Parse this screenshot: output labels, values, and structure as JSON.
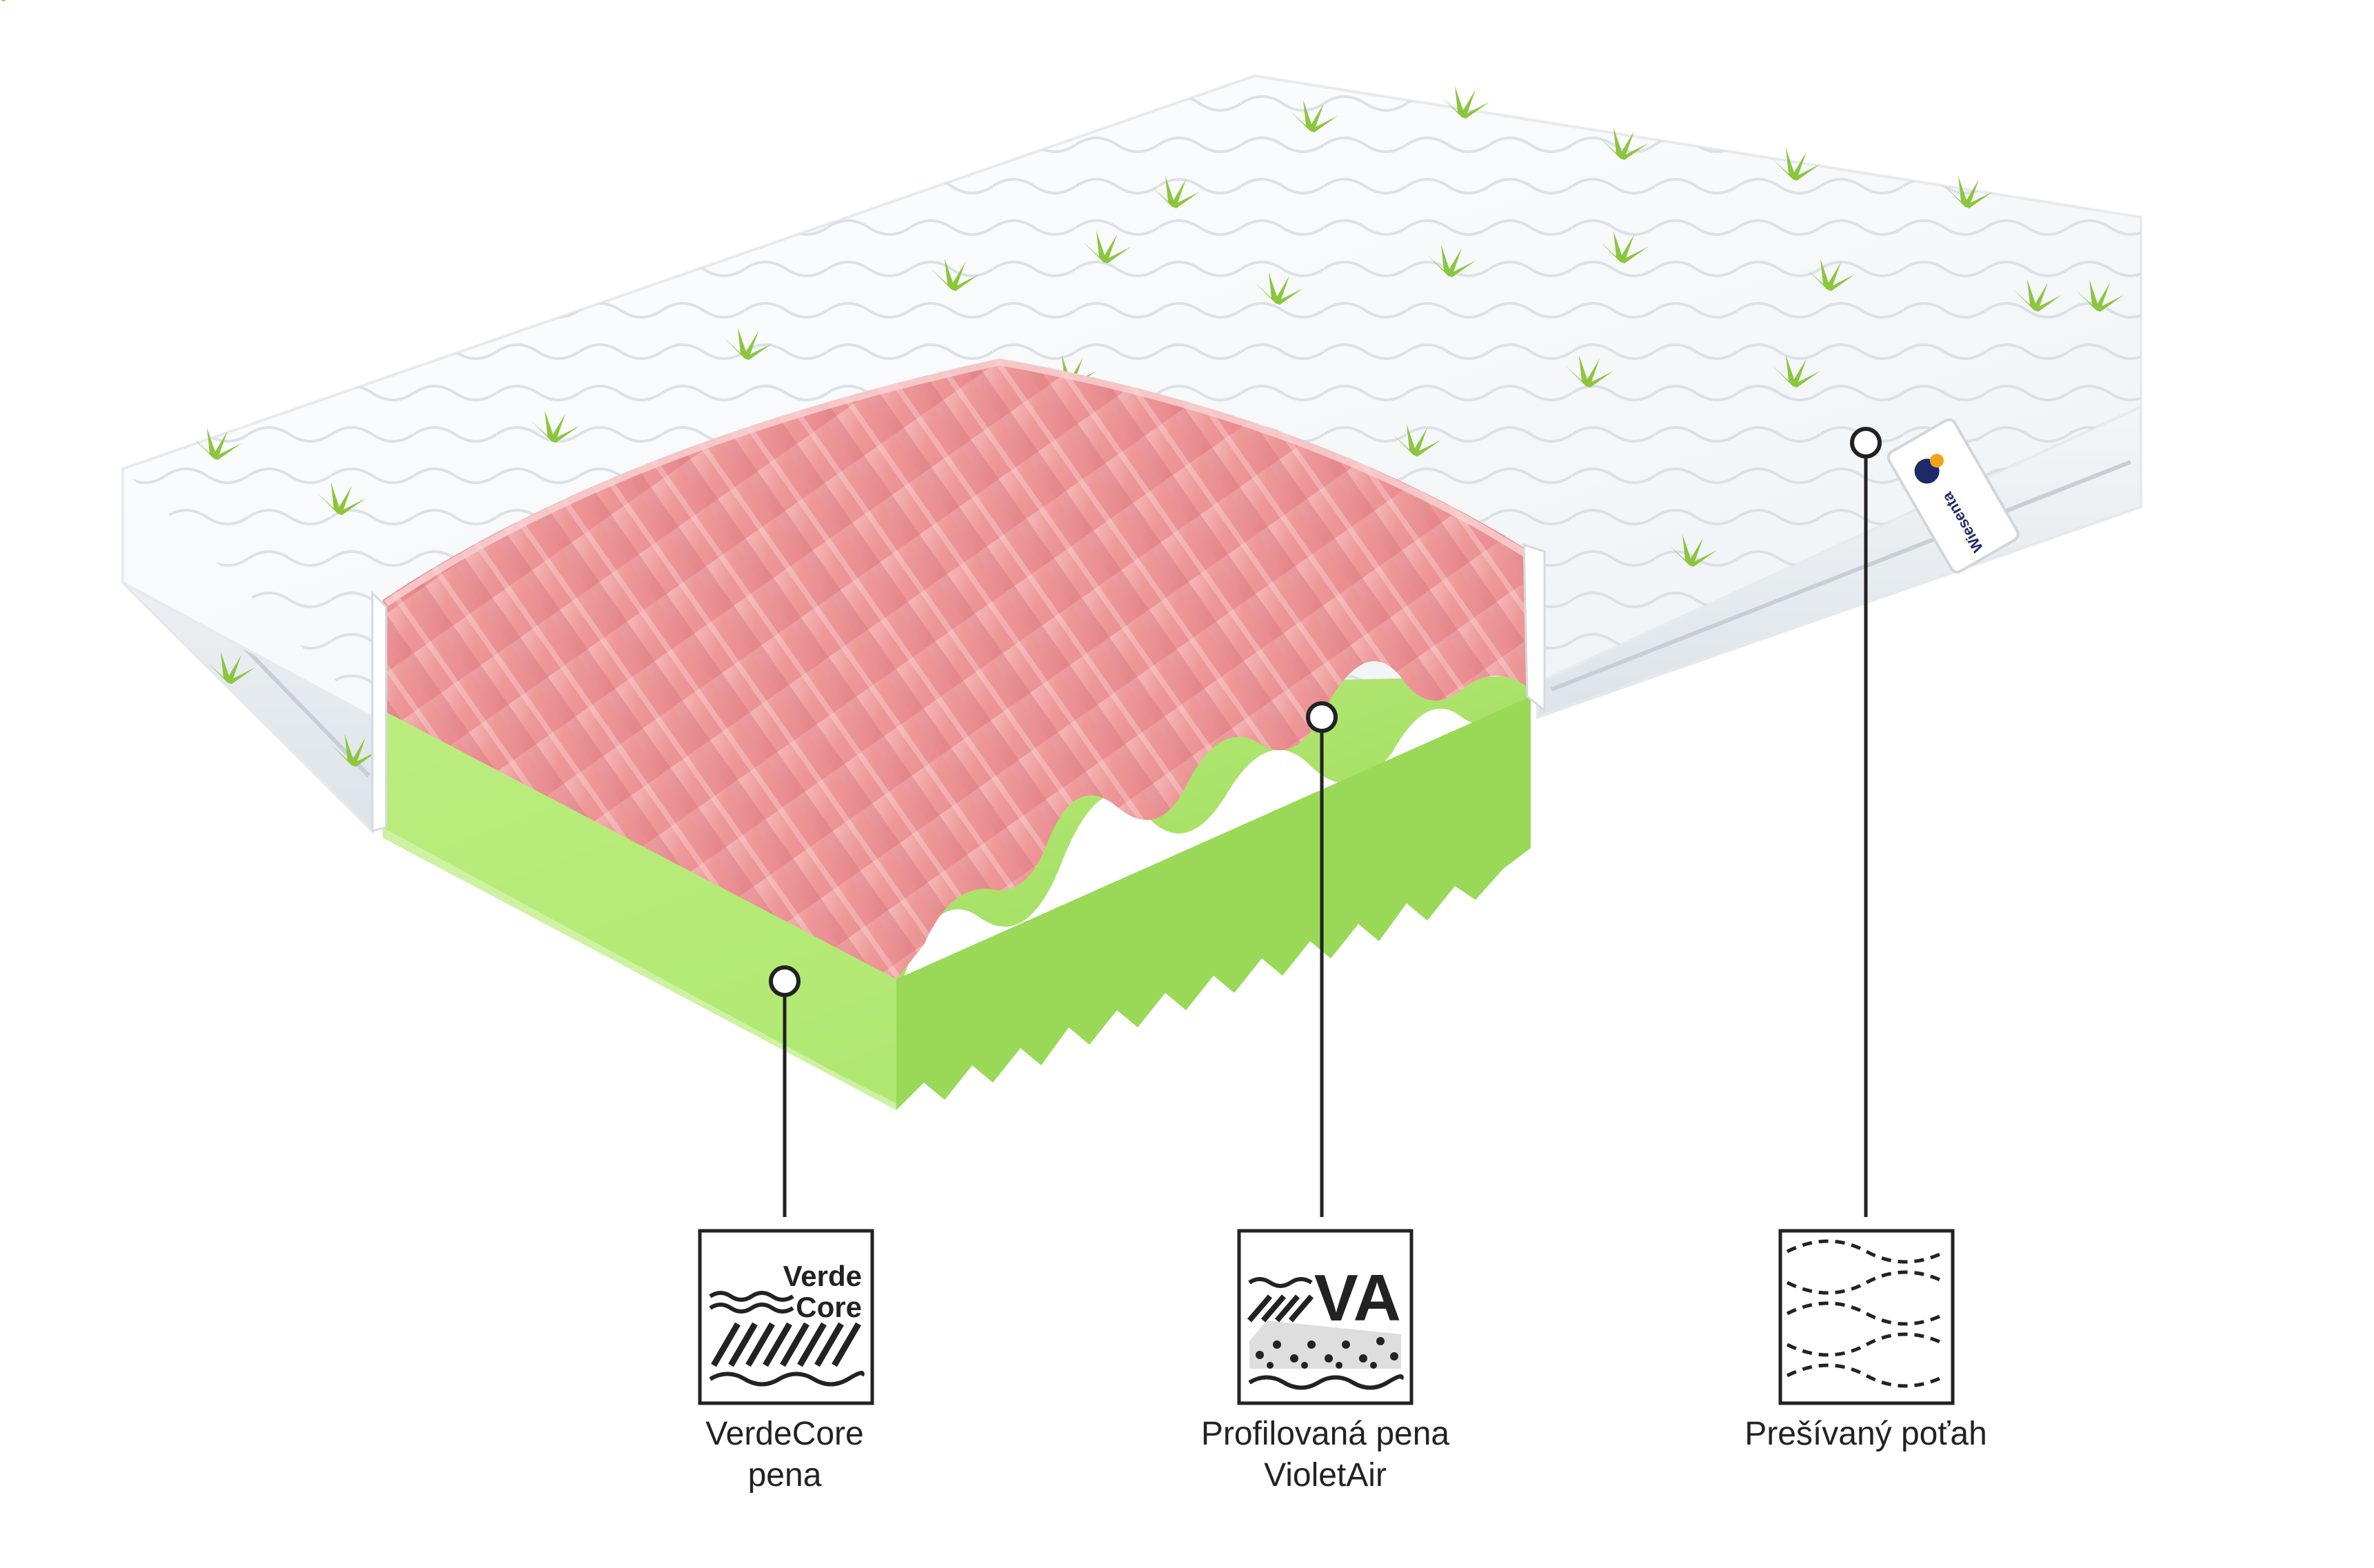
{
  "colors": {
    "cover": "#f4f6f8",
    "cover_shade": "#dfe5ea",
    "leaf": "#8cc63f",
    "pink_foam": "#f2a5a5",
    "pink_dark": "#d9737a",
    "green_foam": "#a8e26a",
    "green_dark": "#7cc43e",
    "ink": "#222222"
  },
  "icons": {
    "verdecore": "verdecore-foam-icon",
    "violetair": "violetair-foam-icon",
    "cover": "quilted-cover-icon"
  },
  "tag": {
    "text": "Wiesenta"
  },
  "badges": {
    "verdecore": {
      "line1": "Verde",
      "line2": "Core"
    },
    "violetair": {
      "text": "VA"
    }
  },
  "labels": {
    "verdecore": {
      "line1": "VerdeCore",
      "line2": "pena"
    },
    "violetair": {
      "line1": "Profilovaná pena",
      "line2": "VioletAir"
    },
    "cover": {
      "line1": "Prešívaný poťah"
    }
  }
}
